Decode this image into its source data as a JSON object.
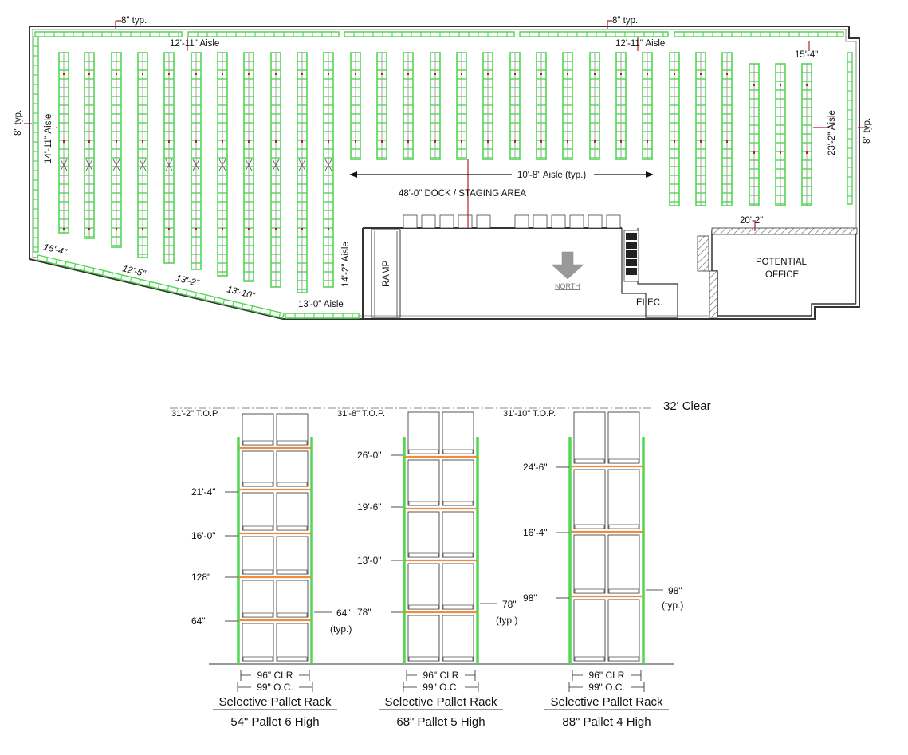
{
  "floor_plan": {
    "labels": {
      "top_left_typ": "8\" typ.",
      "top_right_typ": "8\" typ.",
      "left_typ": "8\" typ.",
      "right_typ": "8\" typ.",
      "aisle_top_left": "12'-11\" Aisle",
      "aisle_top_right": "12'-11\" Aisle",
      "right_top_dim": "15'-4\"",
      "left_aisle": "14'-11\" Aisle",
      "right_aisle": "23'-2\" Aisle",
      "aisle_typ": "10'-8\" Aisle (typ.)",
      "dock": "48'-0\" DOCK / STAGING AREA",
      "dim_15_4_bottom": "15'-4\"",
      "dim_12_5": "12'-5\"",
      "dim_13_2": "13'-2\"",
      "dim_13_10": "13'-10\"",
      "dim_14_2_aisle": "14'-2\" Aisle",
      "dim_13_0_aisle": "13'-0\" Aisle",
      "ramp": "RAMP",
      "north": "NORTH",
      "elec": "ELEC.",
      "office_line1": "POTENTIAL",
      "office_line2": "OFFICE",
      "dim_20_2": "20'-2\""
    }
  },
  "elevations": {
    "clear_height": "32' Clear",
    "racks": [
      {
        "top_label": "31'-2\" T.O.P.",
        "levels": [
          "21'-4\"",
          "16'-0\"",
          "128\"",
          "64\""
        ],
        "side_label_line1": "64\"",
        "side_label_line2": "(typ.)",
        "clr": "96\" CLR",
        "oc": "99\" O.C.",
        "title": "Selective Pallet Rack",
        "subtitle": "54\" Pallet 6 High"
      },
      {
        "top_label": "31'-8\" T.O.P.",
        "levels": [
          "26'-0\"",
          "19'-6\"",
          "13'-0\"",
          "78\""
        ],
        "side_label_line1": "78\"",
        "side_label_line2": "(typ.)",
        "clr": "96\" CLR",
        "oc": "99\" O.C.",
        "title": "Selective Pallet Rack",
        "subtitle": "68\" Pallet 5 High"
      },
      {
        "top_label": "31'-10\" T.O.P.",
        "levels": [
          "24'-6\"",
          "16'-4\"",
          "98\""
        ],
        "side_label_line1": "98\"",
        "side_label_line2": "(typ.)",
        "clr": "96\" CLR",
        "oc": "99\" O.C.",
        "title": "Selective Pallet Rack",
        "subtitle": "88\" Pallet 4 High"
      }
    ]
  },
  "colors": {
    "rack": "#53d653",
    "dim_red": "#b4202a",
    "beam_orange": "#f08c3c",
    "wall": "#333333"
  }
}
